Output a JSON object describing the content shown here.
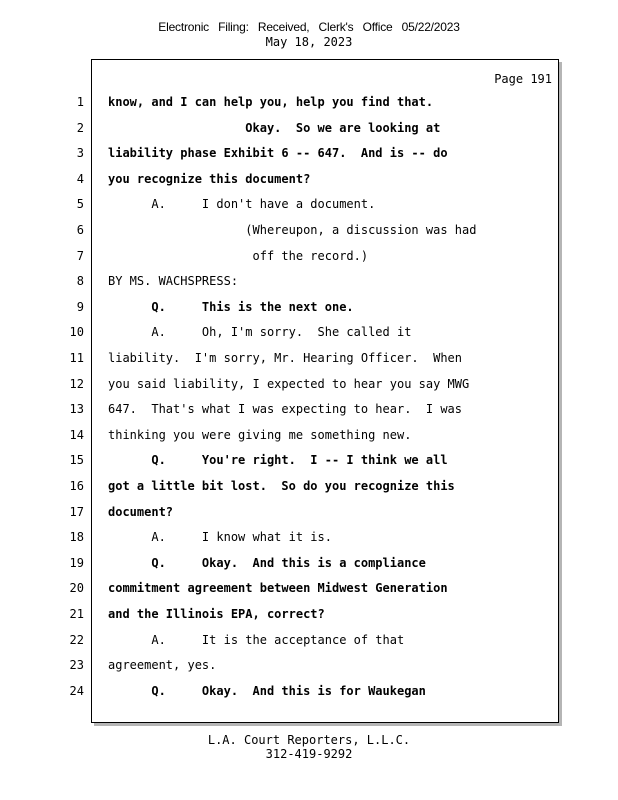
{
  "header": {
    "filing_stamp": "Electronic Filing: Received, Clerk's Office 05/22/2023",
    "transcript_date": "May 18, 2023"
  },
  "page": {
    "label": "Page 191"
  },
  "lines": [
    {
      "n": "1",
      "text": "know, and I can help you, help you find that.",
      "bold": true
    },
    {
      "n": "2",
      "text": "                   Okay.  So we are looking at",
      "bold": true
    },
    {
      "n": "3",
      "text": "liability phase Exhibit 6 -- 647.  And is -- do",
      "bold": true
    },
    {
      "n": "4",
      "text": "you recognize this document?",
      "bold": true
    },
    {
      "n": "5",
      "text": "      A.     I don't have a document.",
      "bold": false
    },
    {
      "n": "6",
      "text": "                   (Whereupon, a discussion was had",
      "bold": false
    },
    {
      "n": "7",
      "text": "                    off the record.)",
      "bold": false
    },
    {
      "n": "8",
      "text": "BY MS. WACHSPRESS:",
      "bold": false
    },
    {
      "n": "9",
      "text": "      Q.     This is the next one.",
      "bold": true
    },
    {
      "n": "10",
      "text": "      A.     Oh, I'm sorry.  She called it",
      "bold": false
    },
    {
      "n": "11",
      "text": "liability.  I'm sorry, Mr. Hearing Officer.  When",
      "bold": false
    },
    {
      "n": "12",
      "text": "you said liability, I expected to hear you say MWG",
      "bold": false
    },
    {
      "n": "13",
      "text": "647.  That's what I was expecting to hear.  I was",
      "bold": false
    },
    {
      "n": "14",
      "text": "thinking you were giving me something new.",
      "bold": false
    },
    {
      "n": "15",
      "text": "      Q.     You're right.  I -- I think we all",
      "bold": true
    },
    {
      "n": "16",
      "text": "got a little bit lost.  So do you recognize this",
      "bold": true
    },
    {
      "n": "17",
      "text": "document?",
      "bold": true
    },
    {
      "n": "18",
      "text": "      A.     I know what it is.",
      "bold": false
    },
    {
      "n": "19",
      "text": "      Q.     Okay.  And this is a compliance",
      "bold": true
    },
    {
      "n": "20",
      "text": "commitment agreement between Midwest Generation",
      "bold": true
    },
    {
      "n": "21",
      "text": "and the Illinois EPA, correct?",
      "bold": true
    },
    {
      "n": "22",
      "text": "      A.     It is the acceptance of that",
      "bold": false
    },
    {
      "n": "23",
      "text": "agreement, yes.",
      "bold": false
    },
    {
      "n": "24",
      "text": "      Q.     Okay.  And this is for Waukegan",
      "bold": true
    }
  ],
  "footer": {
    "company": "L.A. Court Reporters, L.L.C.",
    "phone": "312-419-9292"
  }
}
